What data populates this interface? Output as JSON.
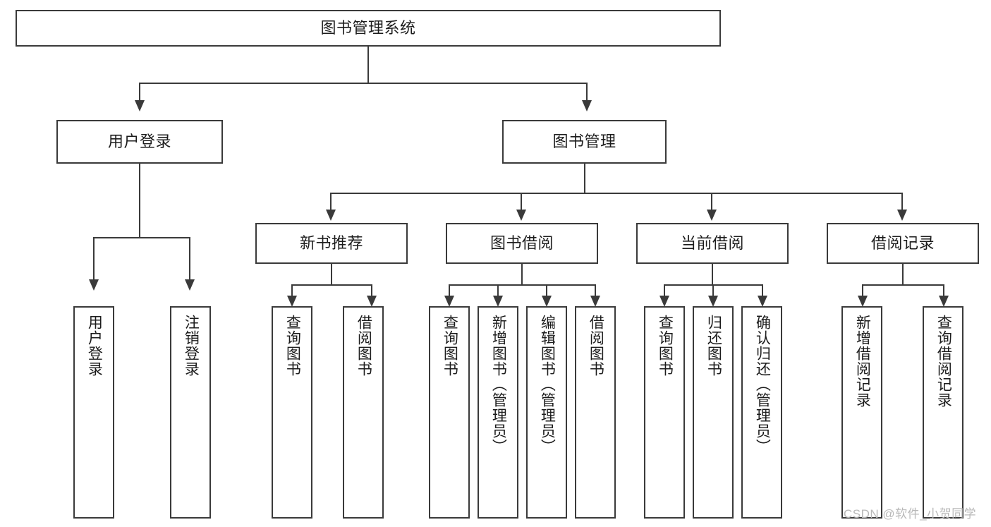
{
  "diagram": {
    "title": "图书管理系统",
    "type": "功能结构图",
    "watermark": "CSDN @软件_小贺同学",
    "colors": {
      "box_border": "#3a3a3a",
      "box_fill": "#ffffff",
      "connector": "#3a3a3a",
      "text": "#1c1c1c",
      "watermark": "#b9b9b9",
      "background": "#ffffff"
    }
  },
  "nodes": {
    "root": {
      "label": "图书管理系统"
    },
    "level2": [
      {
        "label": "用户登录"
      },
      {
        "label": "图书管理"
      }
    ],
    "level3": [
      {
        "label": "新书推荐"
      },
      {
        "label": "图书借阅"
      },
      {
        "label": "当前借阅"
      },
      {
        "label": "借阅记录"
      }
    ],
    "leaves": {
      "user_login": [
        {
          "label": "用户登录"
        },
        {
          "label": "注销登录"
        }
      ],
      "new_book_recommend": [
        {
          "label": "查询图书"
        },
        {
          "label": "借阅图书"
        }
      ],
      "book_borrow": [
        {
          "label": "查询图书"
        },
        {
          "label": "新增图书（管理员）"
        },
        {
          "label": "编辑图书（管理员）"
        },
        {
          "label": "借阅图书"
        }
      ],
      "current_borrow": [
        {
          "label": "查询图书"
        },
        {
          "label": "归还图书"
        },
        {
          "label": "确认归还（管理员）"
        }
      ],
      "borrow_record": [
        {
          "label": "新增借阅记录"
        },
        {
          "label": "查询借阅记录"
        }
      ]
    }
  }
}
